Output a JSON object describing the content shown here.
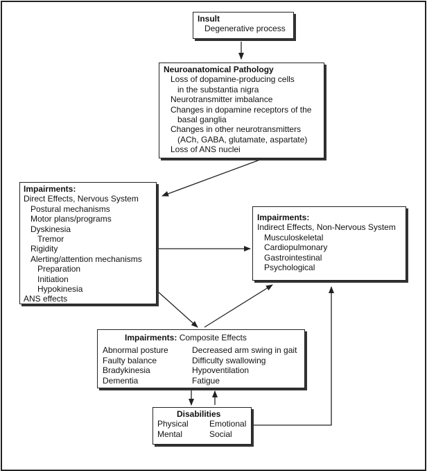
{
  "insult": {
    "title": "Insult",
    "lines": [
      "Degenerative process"
    ]
  },
  "pathology": {
    "title": "Neuroanatomical Pathology",
    "lines": [
      {
        "text": "Loss of dopamine-producing cells",
        "indent": 1
      },
      {
        "text": "in the substantia nigra",
        "indent": 2
      },
      {
        "text": "Neurotransmitter imbalance",
        "indent": 1
      },
      {
        "text": "Changes in dopamine receptors of the",
        "indent": 1
      },
      {
        "text": "basal ganglia",
        "indent": 2
      },
      {
        "text": "Changes in other neurotransmitters",
        "indent": 1
      },
      {
        "text": "(ACh, GABA, glutamate, aspartate)",
        "indent": 2
      },
      {
        "text": "Loss of ANS nuclei",
        "indent": 1
      }
    ]
  },
  "direct": {
    "title": "Impairments:",
    "subtitle": "Direct Effects, Nervous System",
    "lines": [
      {
        "text": "Postural mechanisms",
        "indent": 1
      },
      {
        "text": "Motor plans/programs",
        "indent": 1
      },
      {
        "text": "Dyskinesia",
        "indent": 1
      },
      {
        "text": "Tremor",
        "indent": 2
      },
      {
        "text": "Rigidity",
        "indent": 1
      },
      {
        "text": "Alerting/attention mechanisms",
        "indent": 1
      },
      {
        "text": "Preparation",
        "indent": 2
      },
      {
        "text": "Initiation",
        "indent": 2
      },
      {
        "text": "Hypokinesia",
        "indent": 2
      },
      {
        "text": "ANS effects",
        "indent": 0
      }
    ]
  },
  "indirect": {
    "title": "Impairments:",
    "subtitle": "Indirect Effects, Non-Nervous System",
    "lines": [
      "Musculoskeletal",
      "Cardiopulmonary",
      "Gastrointestinal",
      "Psychological"
    ]
  },
  "composite": {
    "title": "Impairments:",
    "subtitle": "Composite Effects",
    "left": [
      "Abnormal posture",
      "Faulty balance",
      "Bradykinesia",
      "Dementia"
    ],
    "right": [
      "Decreased arm swing in gait",
      "Difficulty swallowing",
      "Hypoventilation",
      "Fatigue"
    ]
  },
  "disabilities": {
    "title": "Disabilities",
    "left": [
      "Physical",
      "Mental"
    ],
    "right": [
      "Emotional",
      "Social"
    ]
  }
}
